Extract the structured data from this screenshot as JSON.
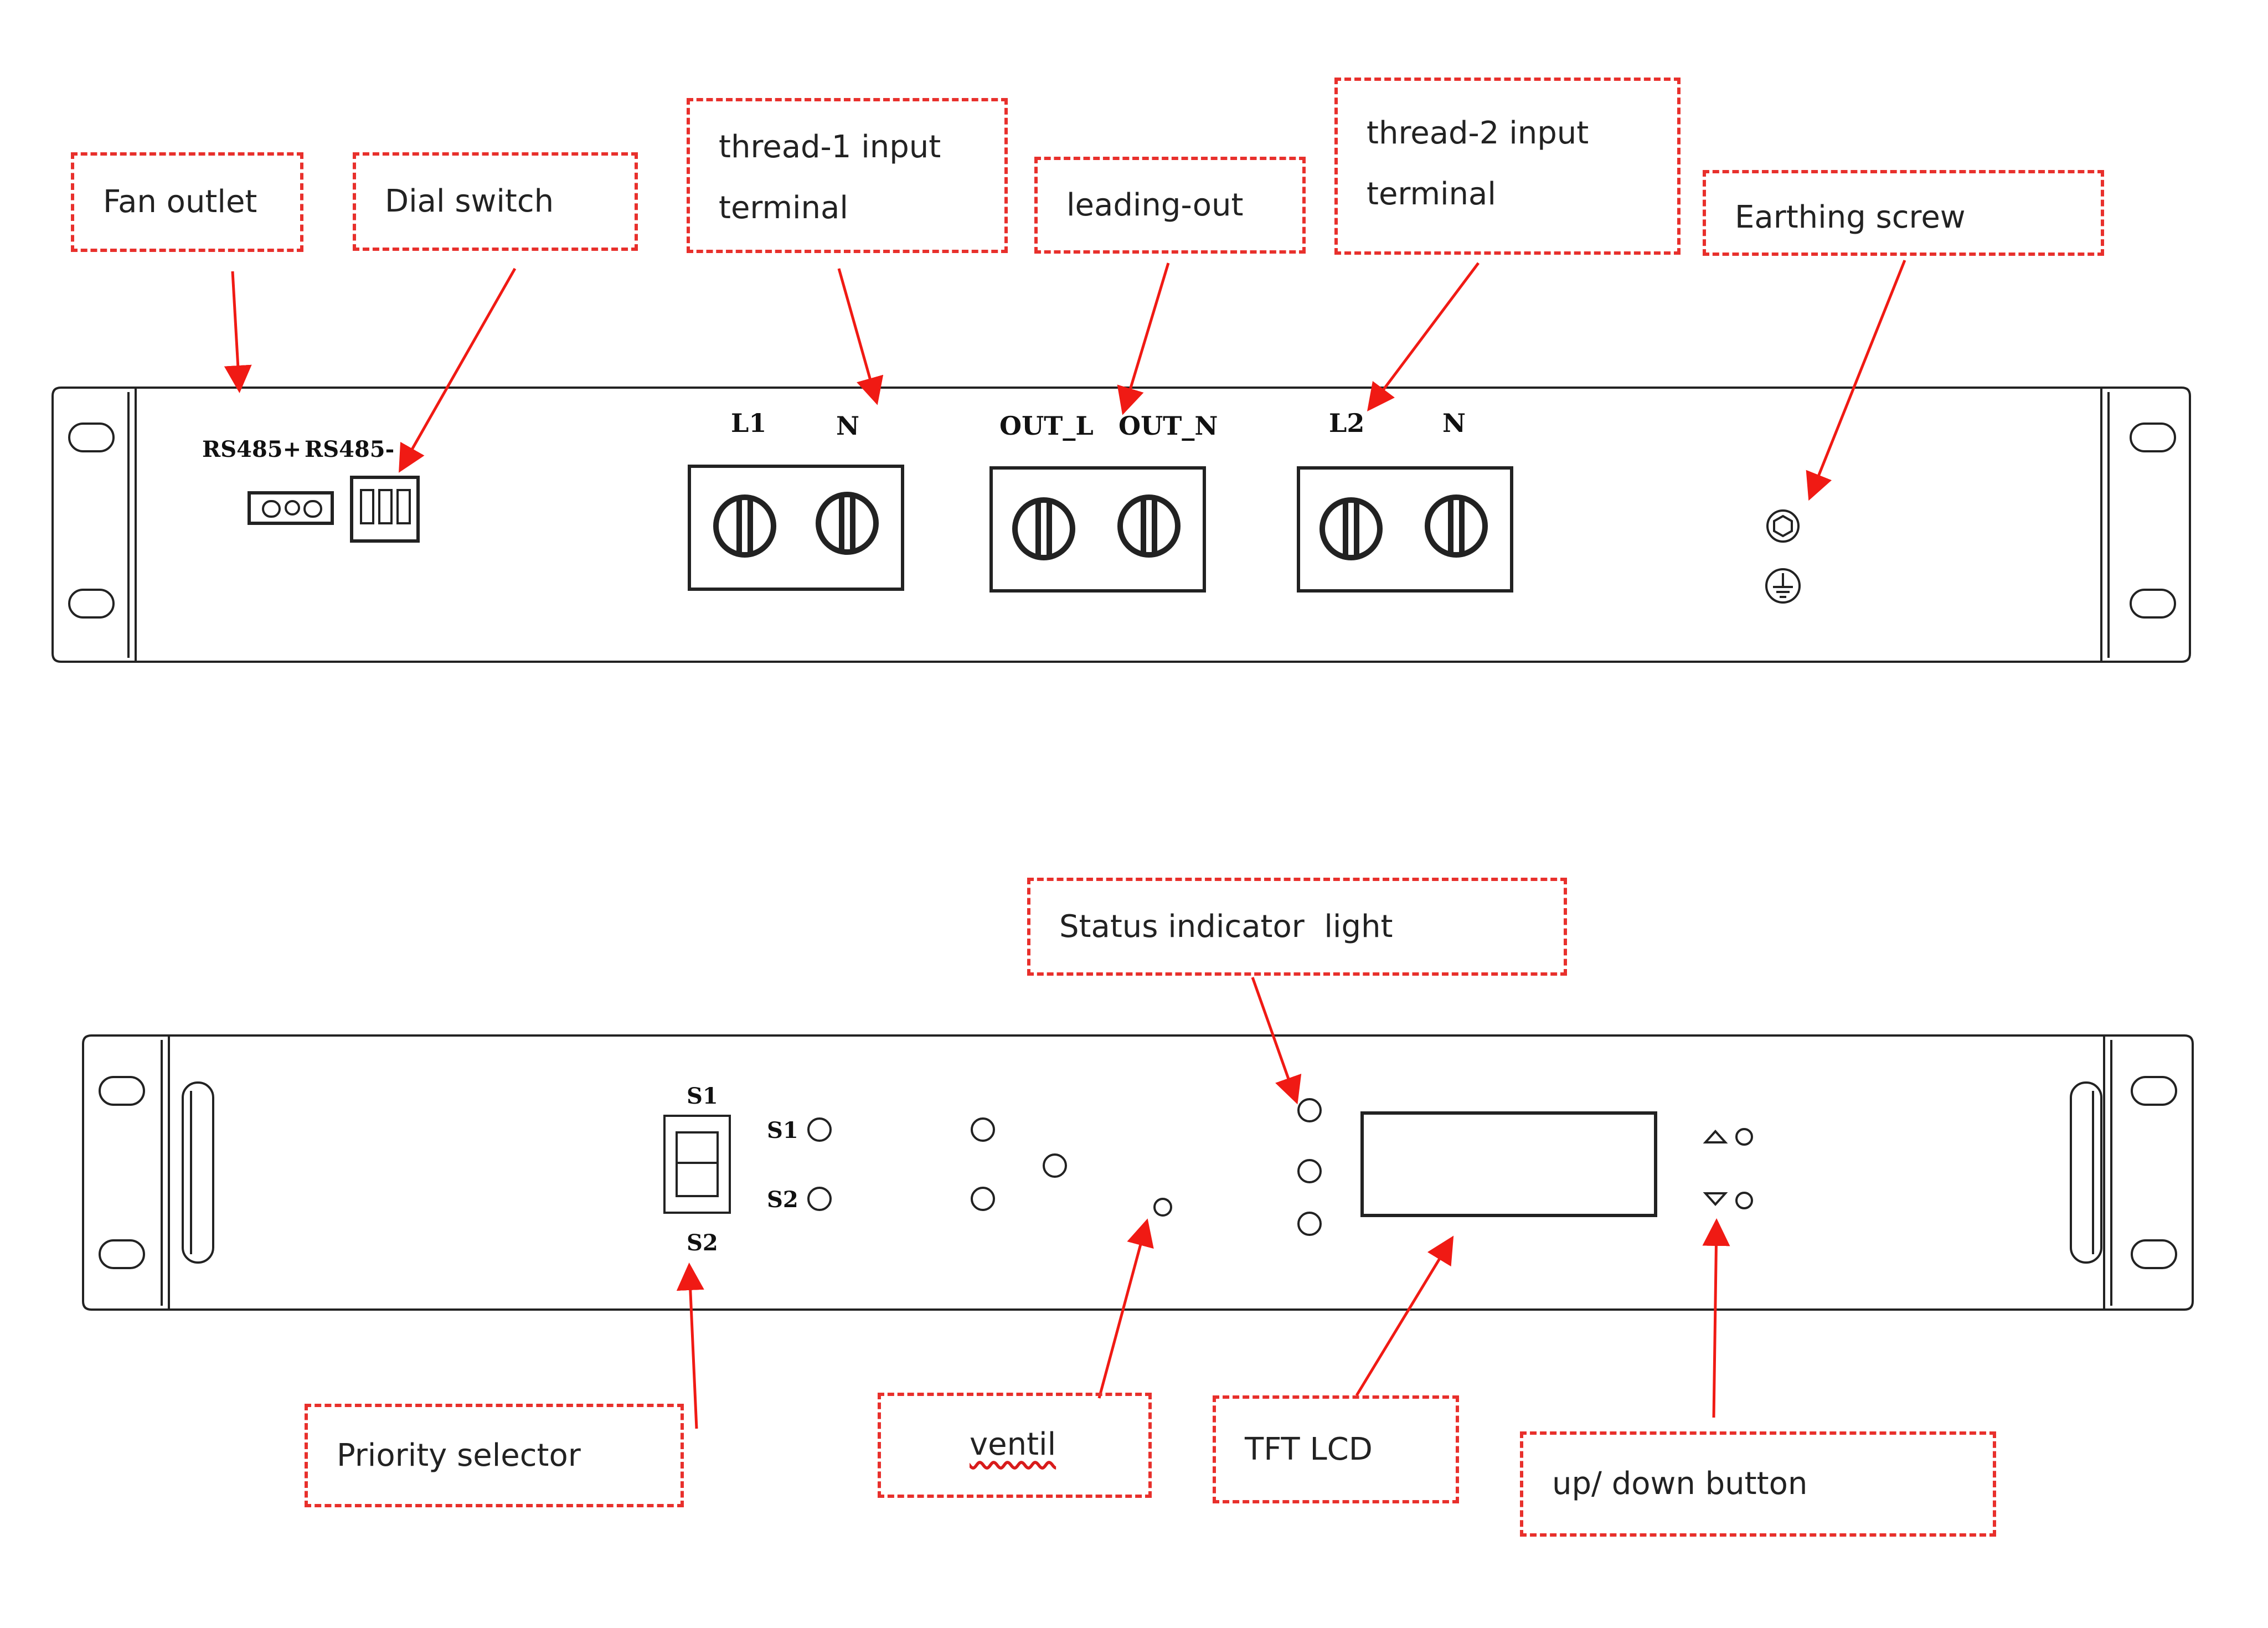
{
  "rear_panel": {
    "callouts": {
      "fan_outlet": "Fan outlet",
      "dial_switch": "Dial switch",
      "thread1_line1": "thread-1 input",
      "thread1_line2": "terminal",
      "leading_out": "leading-out",
      "thread2_line1": "thread-2 input",
      "thread2_line2": "terminal",
      "earthing_screw": "Earthing screw"
    },
    "labels": {
      "rs485_plus": "RS485+",
      "rs485_minus": "RS485-",
      "l1": "L1",
      "n1": "N",
      "out_l": "OUT_L",
      "out_n": "OUT_N",
      "l2": "L2",
      "n2": "N"
    }
  },
  "front_panel": {
    "callouts": {
      "status_indicator": "Status indicator  light",
      "priority_selector": "Priority selector",
      "ventil": "ventil",
      "tft_lcd": "TFT LCD",
      "up_down": "up/ down button"
    },
    "labels": {
      "switch_top": "S1",
      "switch_bottom": "S2",
      "s1": "S1",
      "s2": "S2"
    }
  },
  "colors": {
    "callout": "#e8302c",
    "arrow": "#f01a14",
    "panel_line": "#222222"
  }
}
